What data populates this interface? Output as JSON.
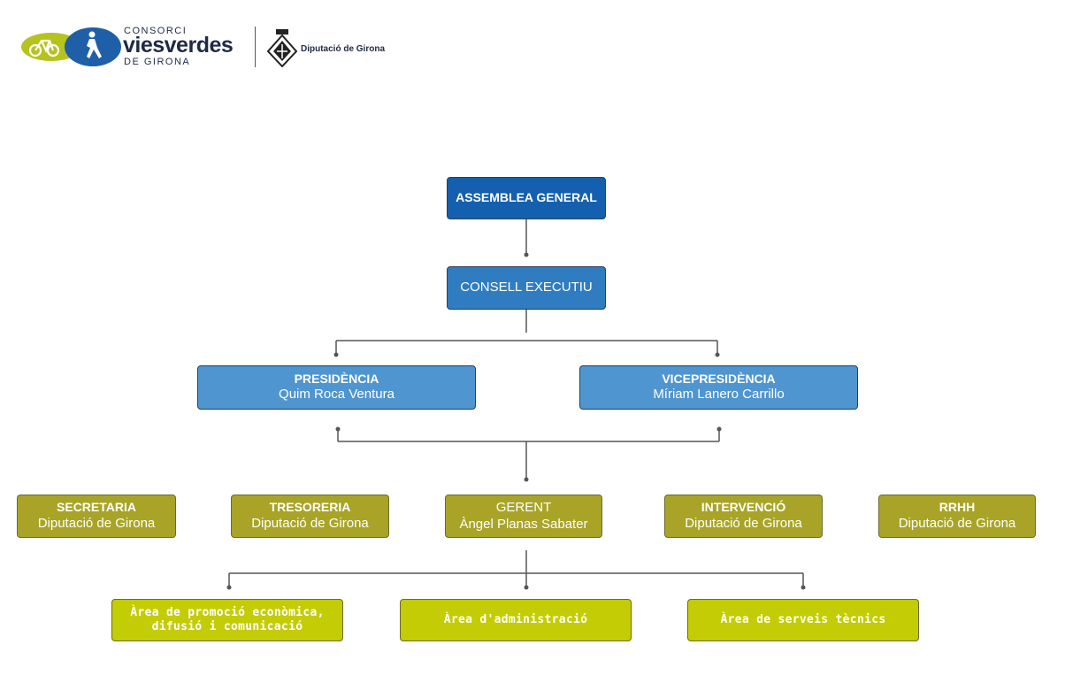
{
  "header": {
    "consorci_line1": "CONSORCI",
    "consorci_line2": "viesverdes",
    "consorci_line3": "DE GIRONA",
    "diputacio": "Diputació de Girona"
  },
  "org": {
    "assemblea": "ASSEMBLEA GENERAL",
    "consell": "CONSELL EXECUTIU",
    "presidencia": {
      "title": "PRESIDÈNCIA",
      "name": "Quim Roca Ventura"
    },
    "vicepresidencia": {
      "title": "VICEPRESIDÈNCIA",
      "name": "Míriam Lanero Carrillo"
    },
    "secretaria": {
      "title": "SECRETARIA",
      "name": "Diputació de Girona"
    },
    "tresoreria": {
      "title": "TRESORERIA",
      "name": "Diputació de Girona"
    },
    "gerent": {
      "title": "GERENT",
      "name": "Àngel Planas Sabater"
    },
    "intervencio": {
      "title": "INTERVENCIÓ",
      "name": "Diputació de Girona"
    },
    "rrhh": {
      "title": "RRHH",
      "name": "Diputació de Girona"
    },
    "area_promocio_1": "Àrea de promoció econòmica,",
    "area_promocio_2": "difusió i comunicació",
    "area_admin": "Àrea d'administració",
    "area_tecnics": "Àrea de serveis tècnics"
  },
  "colors": {
    "dark_blue": "#1460ae",
    "mid_blue": "#2f7cc1",
    "light_blue": "#4f95cf",
    "olive": "#a9a427",
    "lime": "#c4cc05",
    "connector": "#555555"
  }
}
